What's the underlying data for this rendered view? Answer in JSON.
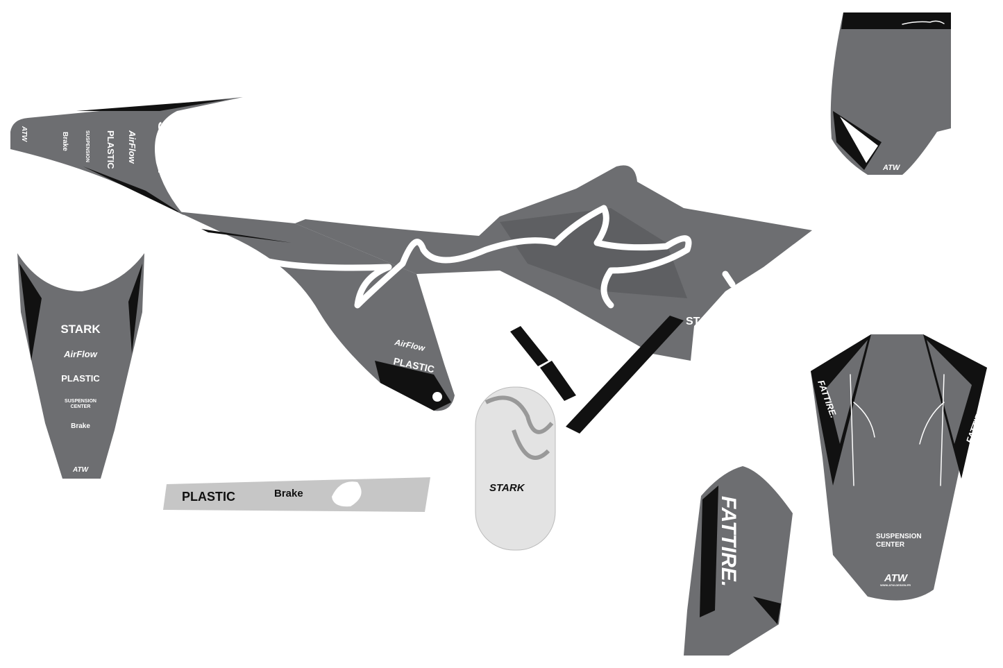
{
  "colors": {
    "body_grey": "#6d6e71",
    "dark_grey": "#5e5f62",
    "black": "#111111",
    "swingarm_grey": "#c6c6c6",
    "plate_grey": "#e3e3e3"
  },
  "sponsors": {
    "stark": "STARK",
    "airflow": "AirFlow",
    "plastic": "PLASTIC",
    "suspension_line1": "SUSPENSION",
    "suspension_line2": "CENTER",
    "brake": "Brake",
    "atw": "ATW",
    "atw_site": "WWW.ATW-DESIGN.FR",
    "fattire": "FATTIRE."
  }
}
